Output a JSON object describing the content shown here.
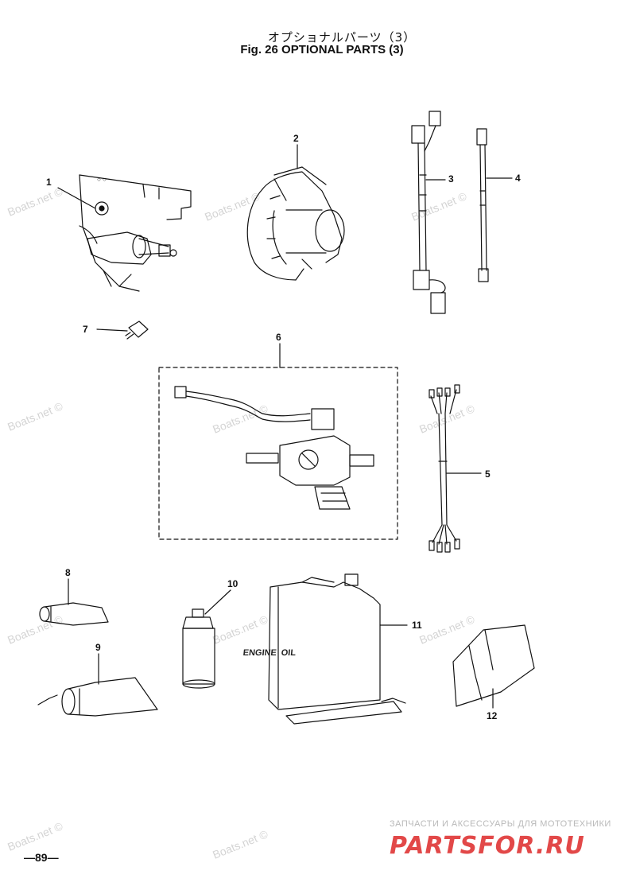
{
  "title": {
    "japanese": "オプショナルパーツ（3）",
    "english": "Fig. 26   OPTIONAL PARTS (3)"
  },
  "callouts": [
    "1",
    "2",
    "3",
    "4",
    "5",
    "6",
    "7",
    "8",
    "9",
    "10",
    "11",
    "12"
  ],
  "can_label": {
    "engine": "ENGINE",
    "oil": "OIL"
  },
  "watermark": "Boats.net ©",
  "page_number": "—89—",
  "site": {
    "tagline": "ЗАПЧАСТИ И АКСЕССУАРЫ ДЛЯ МОТОТЕХНИКИ",
    "logo": "PARTSFOR.RU"
  },
  "colors": {
    "line": "#111111",
    "watermark": "#d4d4d4",
    "logo": "#e24848"
  }
}
